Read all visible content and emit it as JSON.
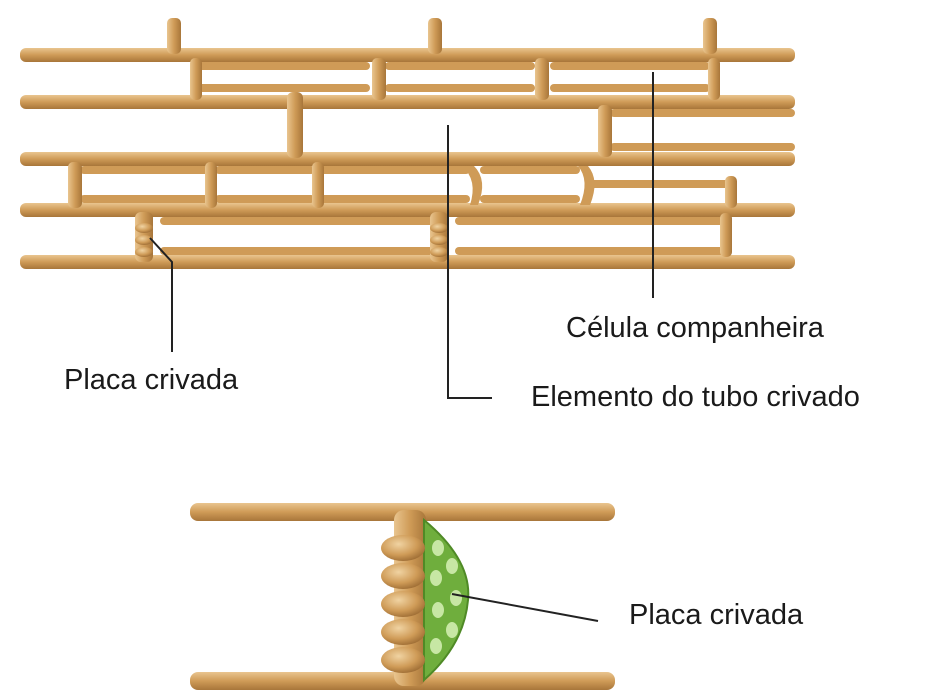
{
  "labels": {
    "companion_cell": "Célula companheira",
    "sieve_plate_top": "Placa crivada",
    "sieve_tube_element": "Elemento do tubo crivado",
    "sieve_plate_detail": "Placa crivada"
  },
  "colors": {
    "wall": "#cf9b57",
    "wall_highlight": "#e9c58f",
    "wall_shadow": "#a8763a",
    "plate_green": "#6fae3d",
    "plate_light": "#c7e7a4",
    "leader_line": "#222222",
    "text": "#1a1a1a"
  }
}
